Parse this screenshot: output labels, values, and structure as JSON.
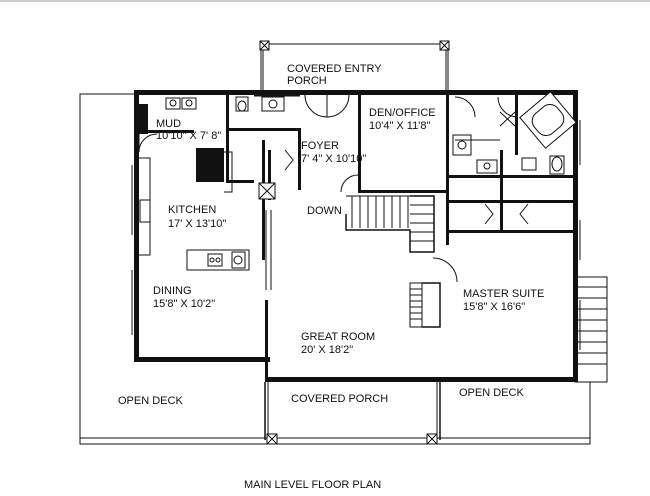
{
  "plan": {
    "rooms": {
      "covered_entry_porch": {
        "line1": "COVERED ENTRY",
        "line2": "PORCH"
      },
      "mud": {
        "name": "MUD",
        "dims": "10'10\" X 7' 8\""
      },
      "den_office": {
        "name": "DEN/OFFICE",
        "dims": "10'4\" X 11'8\""
      },
      "foyer": {
        "name": "FOYER",
        "dims": "7' 4\" X 10'10\""
      },
      "kitchen": {
        "name": "KITCHEN",
        "dims": "17' X 13'10\""
      },
      "dining": {
        "name": "DINING",
        "dims": "15'8\" X 10'2\""
      },
      "master_suite": {
        "name": "MASTER SUITE",
        "dims": "15'8\" X 16'6\""
      },
      "great_room": {
        "name": "GREAT ROOM",
        "dims": "20' X 18'2\""
      }
    },
    "stair_label": "DOWN",
    "open_deck_left": "OPEN DECK",
    "open_deck_right": "OPEN DECK",
    "covered_porch": "COVERED PORCH",
    "caption": "MAIN LEVEL FLOOR PLAN"
  }
}
